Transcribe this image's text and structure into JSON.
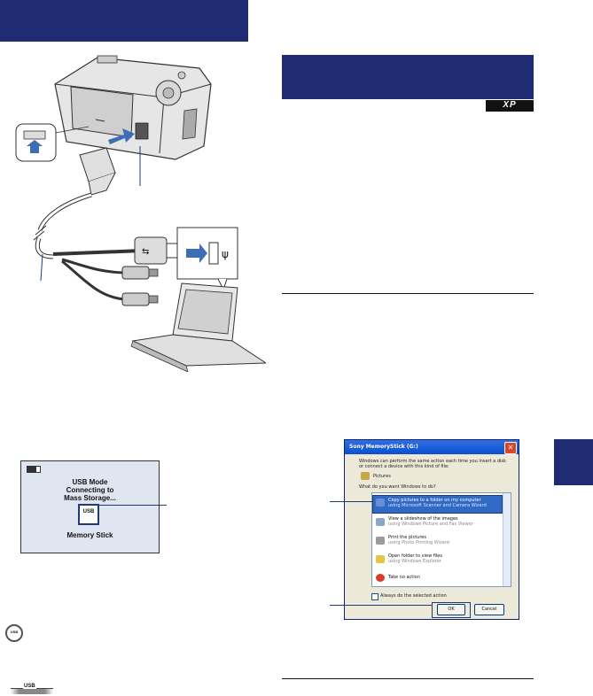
{
  "badge": {
    "os": "XP"
  },
  "camera_screen": {
    "battery_icon": "battery-icon",
    "line1": "USB Mode",
    "line2": "Connecting to",
    "line3": "Mass Storage...",
    "usb_label": "USB",
    "footer": "Memory Stick"
  },
  "autoplay_dialog": {
    "title": "Sony MemoryStick (G:)",
    "close_glyph": "✕",
    "intro": "Windows can perform the same action each time you insert a disk or connect a device with this kind of file:",
    "file_type": "Pictures",
    "question": "What do you want Windows to do?",
    "options": [
      {
        "label": "Copy pictures to a folder on my computer",
        "sub": "using Microsoft Scanner and Camera Wizard"
      },
      {
        "label": "View a slideshow of the images",
        "sub": "using Windows Picture and Fax Viewer"
      },
      {
        "label": "Print the pictures",
        "sub": "using Photo Printing Wizard"
      },
      {
        "label": "Open folder to view files",
        "sub": "using Windows Explorer"
      },
      {
        "label": "Take no action",
        "sub": ""
      }
    ],
    "always_checkbox": "Always do the selected action",
    "ok_button": "OK",
    "cancel_button": "Cancel"
  },
  "legend": {
    "access_icon_label": "USB",
    "usb_bar_label": "USB"
  },
  "colors": {
    "header_navy": "#1f2b73",
    "arrow_blue": "#3d6db5",
    "callout_blue": "#1f3a78",
    "lcd_bg": "#dfe6f1"
  }
}
